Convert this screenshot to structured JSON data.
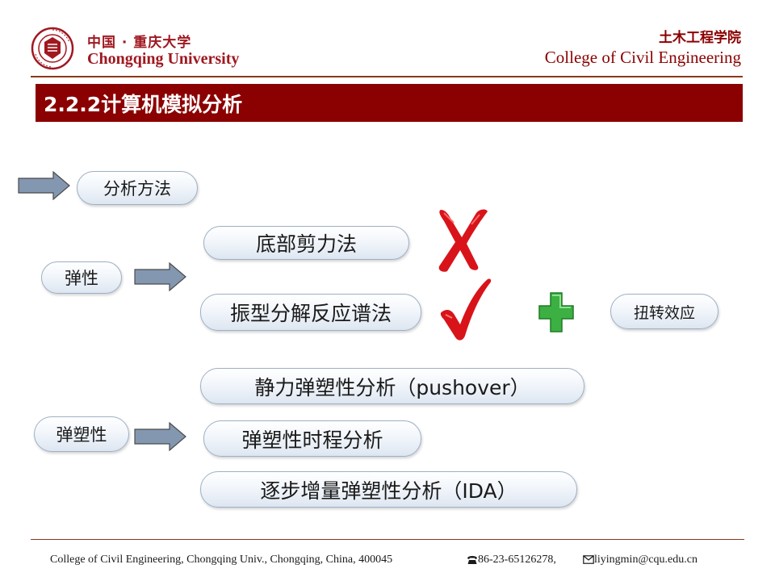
{
  "header": {
    "university_cn": "中国 · 重庆大学",
    "university_en": "Chongqing University",
    "college_cn": "土木工程学院",
    "college_en": "College of Civil Engineering",
    "logo_icon": "chongqing-university-seal-icon"
  },
  "title": "2.2.2计算机模拟分析",
  "diagram": {
    "method": "分析方法",
    "elastic": "弹性",
    "elastoplastic": "弹塑性",
    "base_shear": "底部剪力法",
    "response_spectrum": "振型分解反应谱法",
    "torsion": "扭转效应",
    "pushover": "静力弹塑性分析（pushover）",
    "time_history": "弹塑性时程分析",
    "ida": "逐步增量弹塑性分析（IDA）",
    "marks": {
      "cross_icon": "red-cross-icon",
      "check_icon": "red-check-icon",
      "plus_icon": "green-plus-icon"
    }
  },
  "footer": {
    "address": "College of Civil Engineering, Chongqing Univ., Chongqing, China, 400045",
    "phone": "86-23-65126278,",
    "email": "liyingmin@cqu.edu.cn"
  },
  "colors": {
    "brand_red": "#8b0000",
    "pill_border": "#9fb0c4",
    "arrow_fill": "#8497b0",
    "check_green": "#3cb043"
  }
}
